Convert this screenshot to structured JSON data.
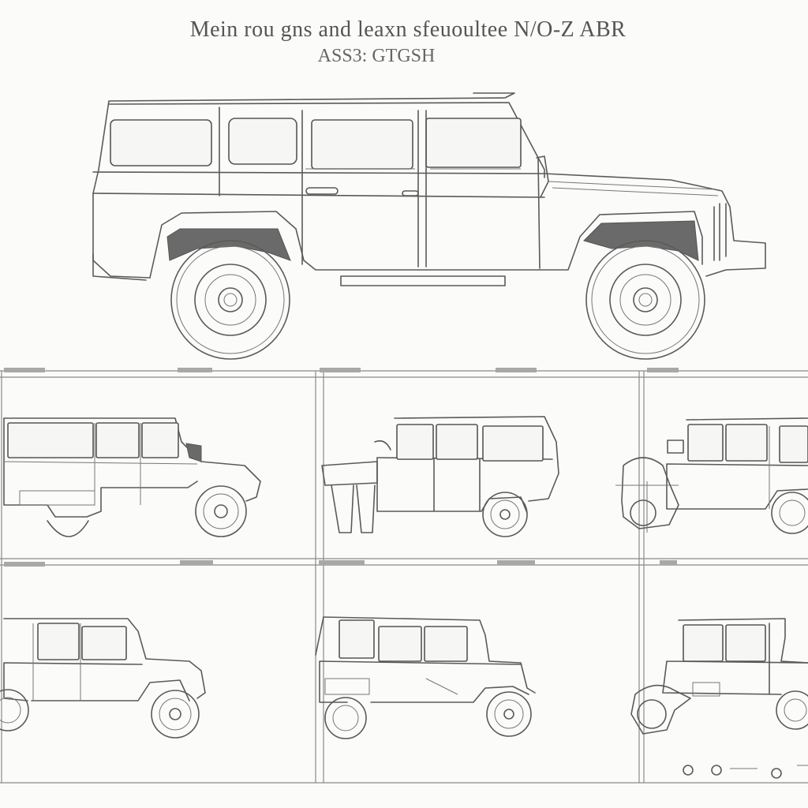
{
  "sheet": {
    "title": "Mein rou gns and leaxn sfeuoultee N/O-Z ABR",
    "subtitle": "ASS3: GTGSH"
  },
  "views": [
    {
      "id": "main-side"
    },
    {
      "id": "panel-1"
    },
    {
      "id": "panel-2"
    },
    {
      "id": "panel-3"
    },
    {
      "id": "panel-4"
    },
    {
      "id": "panel-5"
    },
    {
      "id": "panel-6"
    }
  ]
}
